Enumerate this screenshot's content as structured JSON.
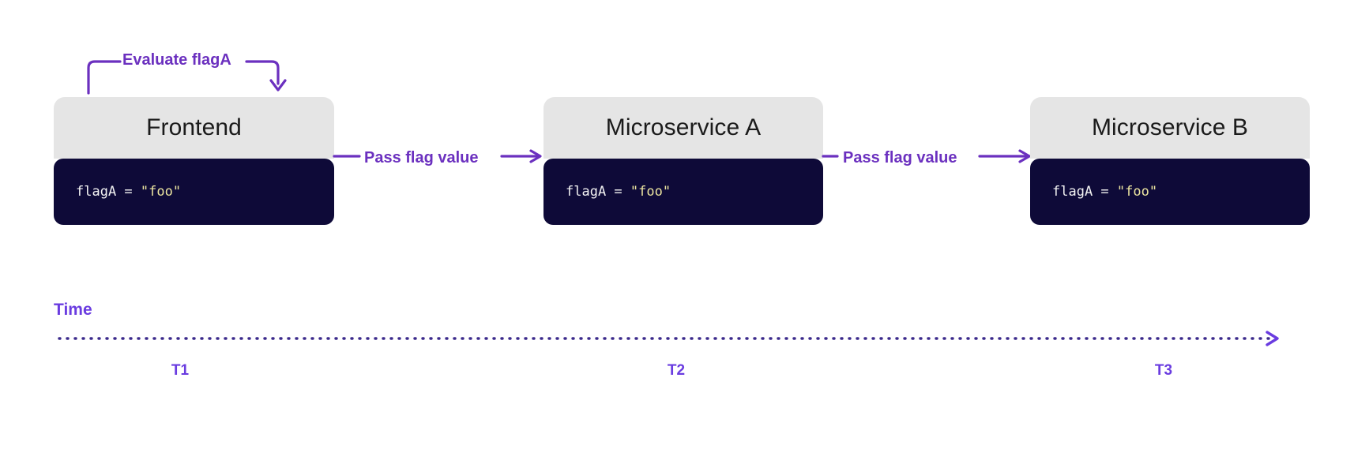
{
  "diagram": {
    "title_label": "Evaluate flagA",
    "nodes": [
      {
        "id": "frontend",
        "title": "Frontend",
        "code": {
          "name": "flagA",
          "op": " = ",
          "value": "\"foo\""
        }
      },
      {
        "id": "microservice-a",
        "title": "Microservice A",
        "code": {
          "name": "flagA",
          "op": " = ",
          "value": "\"foo\""
        }
      },
      {
        "id": "microservice-b",
        "title": "Microservice B",
        "code": {
          "name": "flagA",
          "op": " = ",
          "value": "\"foo\""
        }
      }
    ],
    "connectors": [
      {
        "id": "frontend-to-a",
        "label": "Pass flag value"
      },
      {
        "id": "a-to-b",
        "label": "Pass flag value"
      }
    ],
    "timeline": {
      "axis_label": "Time",
      "ticks": [
        {
          "id": "t1",
          "label": "T1"
        },
        {
          "id": "t2",
          "label": "T2"
        },
        {
          "id": "t3",
          "label": "T3"
        }
      ]
    },
    "colors": {
      "accent_purple": "#6b30bf",
      "timeline_purple": "#6a3ce0",
      "node_header_bg": "#e5e5e5",
      "code_bg": "#0e0a38",
      "code_string": "#ece5a0",
      "code_text": "#f2f2f2",
      "page_bg": "#ffffff"
    }
  }
}
